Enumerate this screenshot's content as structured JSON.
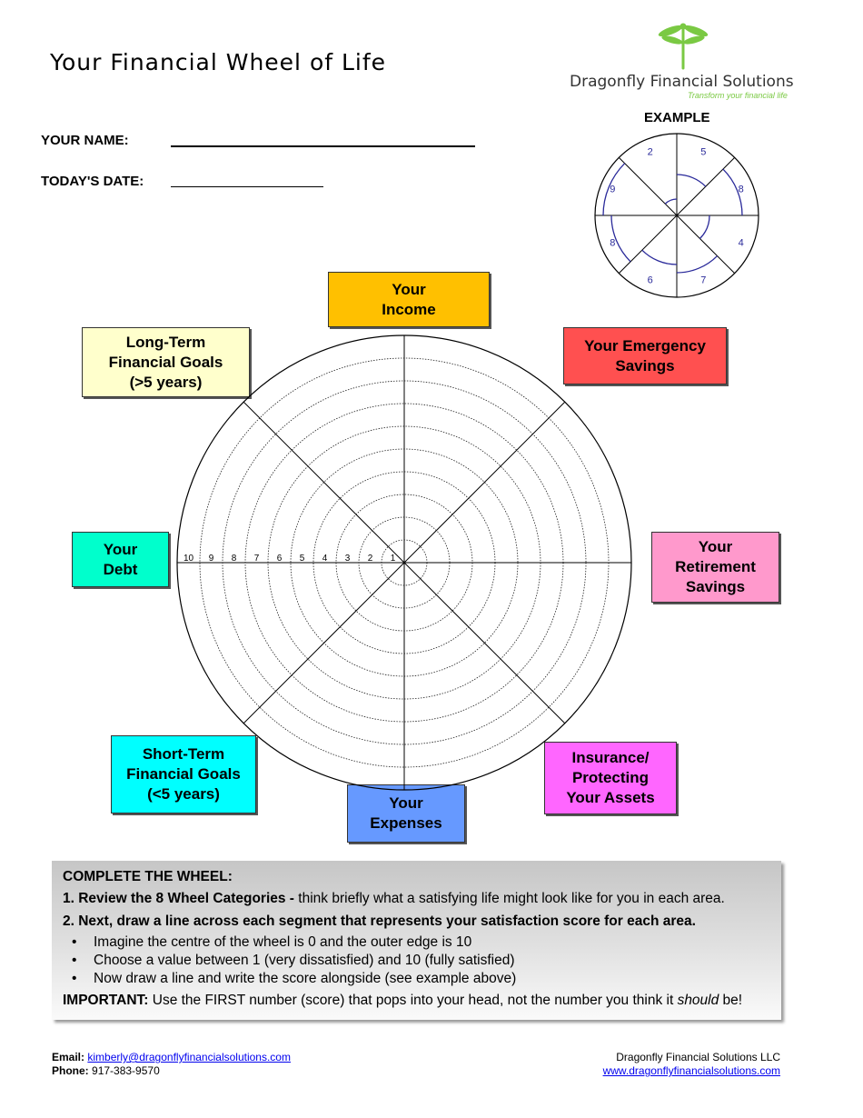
{
  "header": {
    "title": "Your Financial Wheel of Life",
    "logo_name": "Dragonfly Financial Solutions",
    "logo_tagline": "Transform your financial life"
  },
  "form": {
    "name_label": "YOUR NAME:",
    "date_label": "TODAY'S DATE:"
  },
  "example": {
    "label": "EXAMPLE",
    "scores": [
      "5",
      "8",
      "4",
      "7",
      "6",
      "8",
      "9",
      "2"
    ]
  },
  "categories": [
    {
      "label": "Your\nIncome",
      "color": "#ffc000"
    },
    {
      "label": "Your Emergency\nSavings",
      "color": "#ff5050"
    },
    {
      "label": "Your\nRetirement\nSavings",
      "color": "#ff99cc"
    },
    {
      "label": "Insurance/\nProtecting\nYour Assets",
      "color": "#ff66ff"
    },
    {
      "label": "Your\nExpenses",
      "color": "#6699ff"
    },
    {
      "label": "Short-Term\nFinancial Goals\n(<5 years)",
      "color": "#00ffff"
    },
    {
      "label": "Your\nDebt",
      "color": "#00ffcc"
    },
    {
      "label": "Long-Term\nFinancial Goals\n(>5 years)",
      "color": "#ffffcc"
    }
  ],
  "wheel": {
    "scale_labels": [
      "10",
      "9",
      "8",
      "7",
      "6",
      "5",
      "4",
      "3",
      "2",
      "1"
    ]
  },
  "instructions": {
    "heading": "COMPLETE THE WHEEL:",
    "step1_bold": "1. Review the 8 Wheel Categories -",
    "step1_text": " think briefly what a satisfying life might look like for you in each area.",
    "step2_bold": "2. Next, draw a line across each segment that represents your satisfaction score for each area.",
    "bullets": [
      "Imagine the centre of the wheel is 0 and the outer edge is 10",
      "Choose a value between 1 (very dissatisfied) and 10 (fully satisfied)",
      "Now draw a line and write the score alongside (see example above)"
    ],
    "important_bold": "IMPORTANT:",
    "important_text_1": " Use the FIRST number (score) that pops into your head, not the number you think it ",
    "important_italic": "should",
    "important_text_2": " be!"
  },
  "footer": {
    "email_label": "Email:",
    "email": "kimberly@dragonflyfinancialsolutions.com",
    "phone_label": "Phone:",
    "phone": "917-383-9570",
    "company": "Dragonfly Financial Solutions LLC",
    "website": "www.dragonflyfinancialsolutions.com"
  }
}
